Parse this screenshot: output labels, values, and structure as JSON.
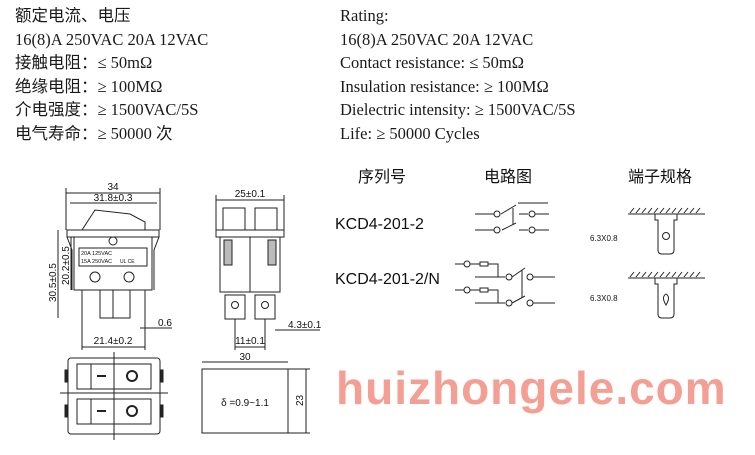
{
  "specs_cn": [
    "额定电流、电压",
    "16(8)A 250VAC 20A 12VAC",
    "接触电阻：≤ 50mΩ",
    "绝缘电阻：≥ 100MΩ",
    "介电强度：≥ 1500VAC/5S",
    "电气寿命：≥ 50000 次"
  ],
  "specs_en": [
    "Rating:",
    "16(8)A 250VAC 20A 12VAC",
    "Contact resistance: ≤ 50mΩ",
    "Insulation resistance: ≥ 100MΩ",
    "Dielectric intensity: ≥ 1500VAC/5S",
    "Life: ≥ 50000 Cycles"
  ],
  "front_view": {
    "dim_width": "34",
    "dim_body": "31.8±0.3",
    "dim_height": "30.5±0.5",
    "dim_body_height": "20.2±0.5",
    "dim_pin": "0.6",
    "dim_pin_span": "21.4±0.2",
    "label_line1": "20A 125VAC",
    "label_line2": "15A 250VAC",
    "marks": "UL CE"
  },
  "side_view": {
    "dim_width": "25±0.1",
    "dim_terminal": "4.3±0.1",
    "dim_span": "11±0.1"
  },
  "cutout": {
    "dim_width": "30",
    "dim_height": "23",
    "thickness": "δ =0.9~1.1"
  },
  "table": {
    "headers": [
      "序列号",
      "电路图",
      "端子规格"
    ],
    "rows": [
      {
        "model": "KCD4-201-2",
        "terminal": "6.3X0.8"
      },
      {
        "model": "KCD4-201-2/N",
        "terminal": "6.3X0.8"
      }
    ]
  },
  "watermark": "huizhongele.com"
}
